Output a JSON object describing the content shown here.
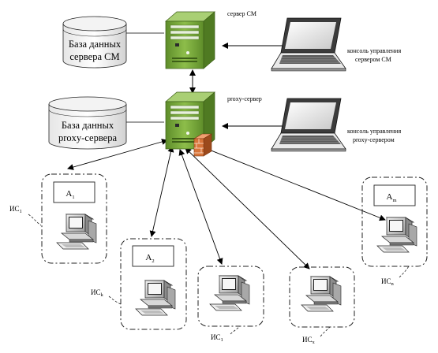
{
  "labels": {
    "db_cm_line1": "База данных",
    "db_cm_line2": "сервера СМ",
    "db_proxy_line1": "База данных",
    "db_proxy_line2": "proxy-сервера",
    "server_cm": "сервер СМ",
    "proxy_server": "proxy-сервер",
    "console_cm_line1": "консоль управления",
    "console_cm_line2": "сервером СМ",
    "console_proxy_line1": "консоль управления",
    "console_proxy_line2": "proxy-сервером"
  },
  "agents": [
    {
      "letter": "A",
      "sub": "1"
    },
    {
      "letter": "A",
      "sub": "2"
    },
    {
      "letter": "A",
      "sub": "m"
    }
  ],
  "systems": [
    {
      "prefix": "ИС",
      "sub": "1"
    },
    {
      "prefix": "ИС",
      "sub": "k"
    },
    {
      "prefix": "ИС",
      "sub": "1"
    },
    {
      "prefix": "ИС",
      "sub": "x"
    },
    {
      "prefix": "ИС",
      "sub": "n"
    }
  ],
  "colors": {
    "server_green": "#7fae3f",
    "server_dark": "#4f7a22",
    "firewall": "#d8753a",
    "line": "#000000",
    "dash": "#222222",
    "pc_grey": "#b8b8b8"
  }
}
